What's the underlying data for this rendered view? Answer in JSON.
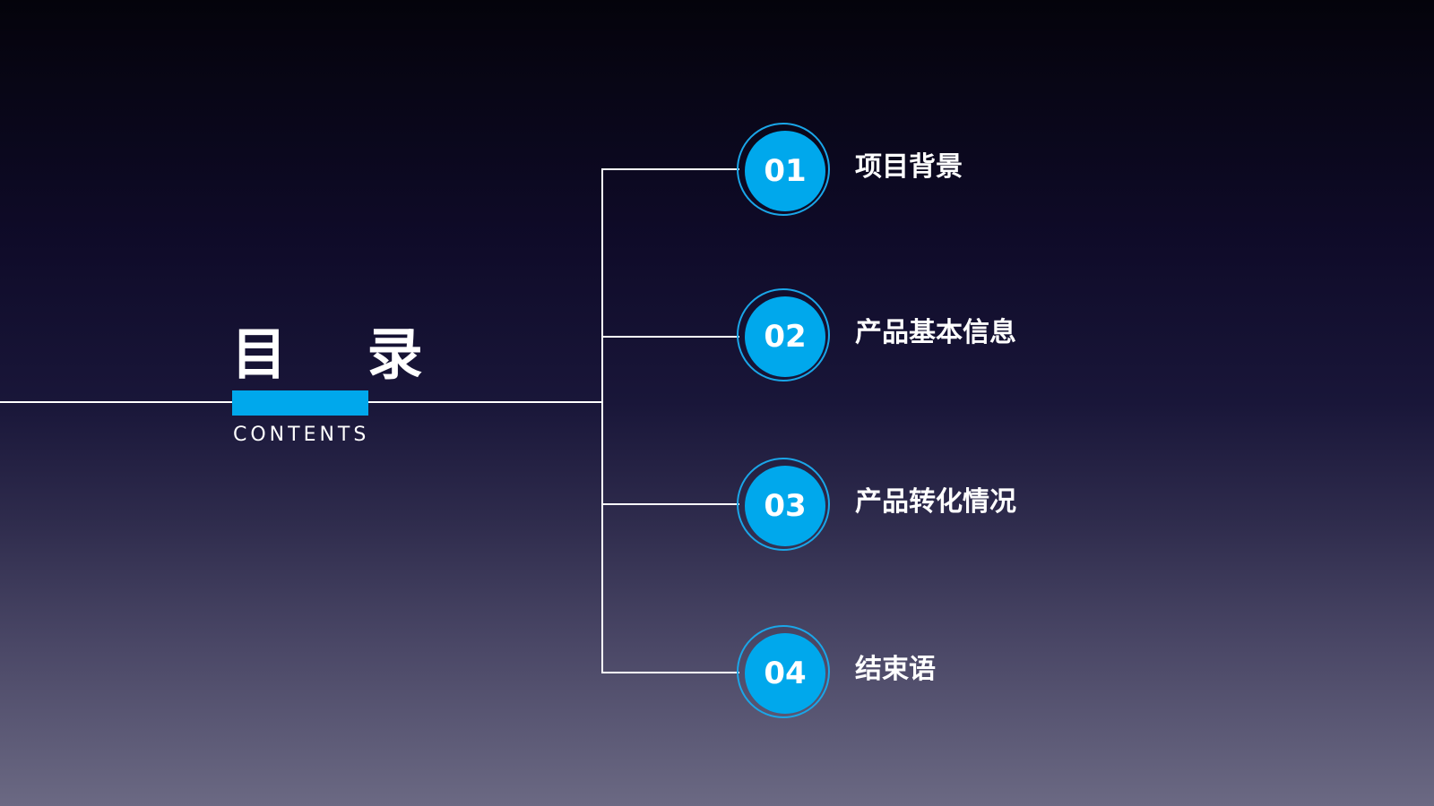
{
  "title": "目 录",
  "subtitle": "CONTENTS",
  "items": [
    {
      "number": "01",
      "label": "项目背景"
    },
    {
      "number": "02",
      "label": "产品基本信息"
    },
    {
      "number": "03",
      "label": "产品转化情况"
    },
    {
      "number": "04",
      "label": "结束语"
    }
  ],
  "colors": {
    "accent": "#00a8ec",
    "line": "#ffffff",
    "background_top": "#04030b",
    "background_bottom": "#6b6983"
  }
}
